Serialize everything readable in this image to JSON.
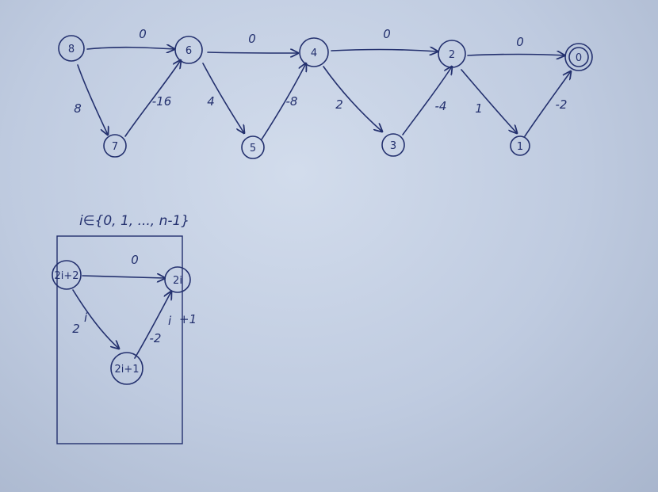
{
  "diagram": {
    "ink_color": "#23306e",
    "paper_color": "#c5d0e4",
    "top_chain": {
      "nodes": [
        {
          "id": "8",
          "label": "8"
        },
        {
          "id": "6",
          "label": "6"
        },
        {
          "id": "4",
          "label": "4"
        },
        {
          "id": "2",
          "label": "2"
        },
        {
          "id": "0",
          "label": "0"
        },
        {
          "id": "7",
          "label": "7"
        },
        {
          "id": "5",
          "label": "5"
        },
        {
          "id": "3",
          "label": "3"
        },
        {
          "id": "1",
          "label": "1"
        }
      ],
      "edges": [
        {
          "from": "8",
          "to": "6",
          "label": "0"
        },
        {
          "from": "6",
          "to": "4",
          "label": "0"
        },
        {
          "from": "4",
          "to": "2",
          "label": "0"
        },
        {
          "from": "2",
          "to": "0",
          "label": "0"
        },
        {
          "from": "8",
          "to": "7",
          "label": "8"
        },
        {
          "from": "7",
          "to": "6",
          "label": "-16"
        },
        {
          "from": "6",
          "to": "5",
          "label": "4"
        },
        {
          "from": "5",
          "to": "4",
          "label": "-8"
        },
        {
          "from": "4",
          "to": "3",
          "label": "2"
        },
        {
          "from": "3",
          "to": "2",
          "label": "-4"
        },
        {
          "from": "2",
          "to": "1",
          "label": "1"
        },
        {
          "from": "1",
          "to": "0",
          "label": "-2"
        }
      ]
    },
    "gadget": {
      "set_label": "i∈{0, 1, ..., n-1}",
      "nodes": [
        {
          "id": "top-left",
          "label": "2i+2"
        },
        {
          "id": "top-right",
          "label": "2i"
        },
        {
          "id": "bottom",
          "label": "2i+1"
        }
      ],
      "edges": [
        {
          "from": "top-left",
          "to": "top-right",
          "label": "0"
        },
        {
          "from": "top-left",
          "to": "bottom",
          "label": "2"
        },
        {
          "from": "bottom",
          "to": "top-right",
          "label": "-2"
        }
      ],
      "exponents": {
        "left": "i",
        "right": "i",
        "right_plus": "+1"
      }
    }
  }
}
